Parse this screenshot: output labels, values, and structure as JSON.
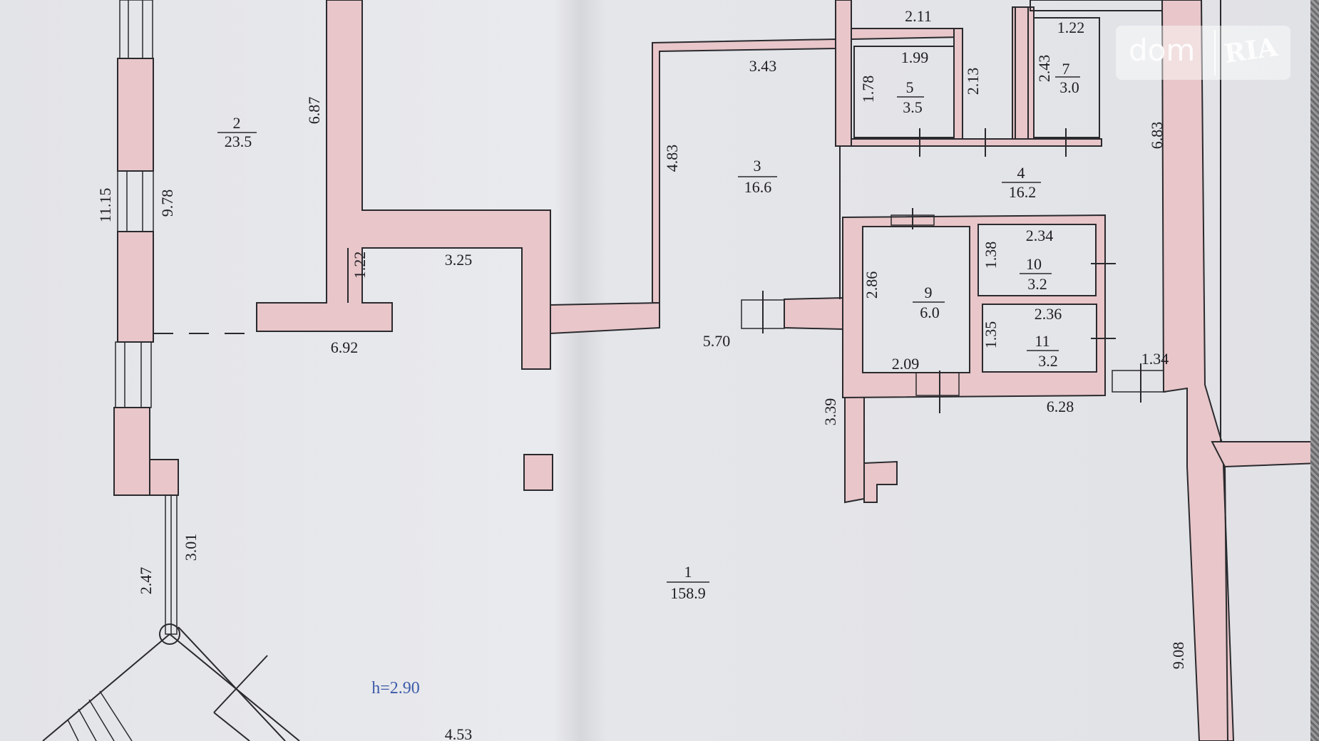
{
  "logo": {
    "text": "dom",
    "mark": "RIA",
    "icon": "ria-star-icon"
  },
  "height_label": "h=2.90",
  "rooms": [
    {
      "number": "1",
      "area": "158.9"
    },
    {
      "number": "2",
      "area": "23.5"
    },
    {
      "number": "3",
      "area": "16.6"
    },
    {
      "number": "4",
      "area": "16.2"
    },
    {
      "number": "5",
      "area": "3.5"
    },
    {
      "number": "7",
      "area": "3.0"
    },
    {
      "number": "9",
      "area": "6.0"
    },
    {
      "number": "10",
      "area": "3.2"
    },
    {
      "number": "11",
      "area": "3.2"
    }
  ],
  "dimensions": [
    "2.11",
    "1.22",
    "1.99",
    "3.43",
    "1.78",
    "2.13",
    "2.43",
    "6.87",
    "6.83",
    "11.15",
    "9.78",
    "4.83",
    "2.34",
    "1.38",
    "1.22",
    "3.25",
    "2.86",
    "2.36",
    "1.35",
    "6.92",
    "5.70",
    "2.09",
    "1.34",
    "3.39",
    "6.28",
    "3.01",
    "2.47",
    "9.08",
    "4.53"
  ],
  "colors": {
    "wall": "#e8c6c9",
    "paper": "#e6e7ea",
    "ink": "#1d1d22",
    "height": "#3c5aa8"
  }
}
